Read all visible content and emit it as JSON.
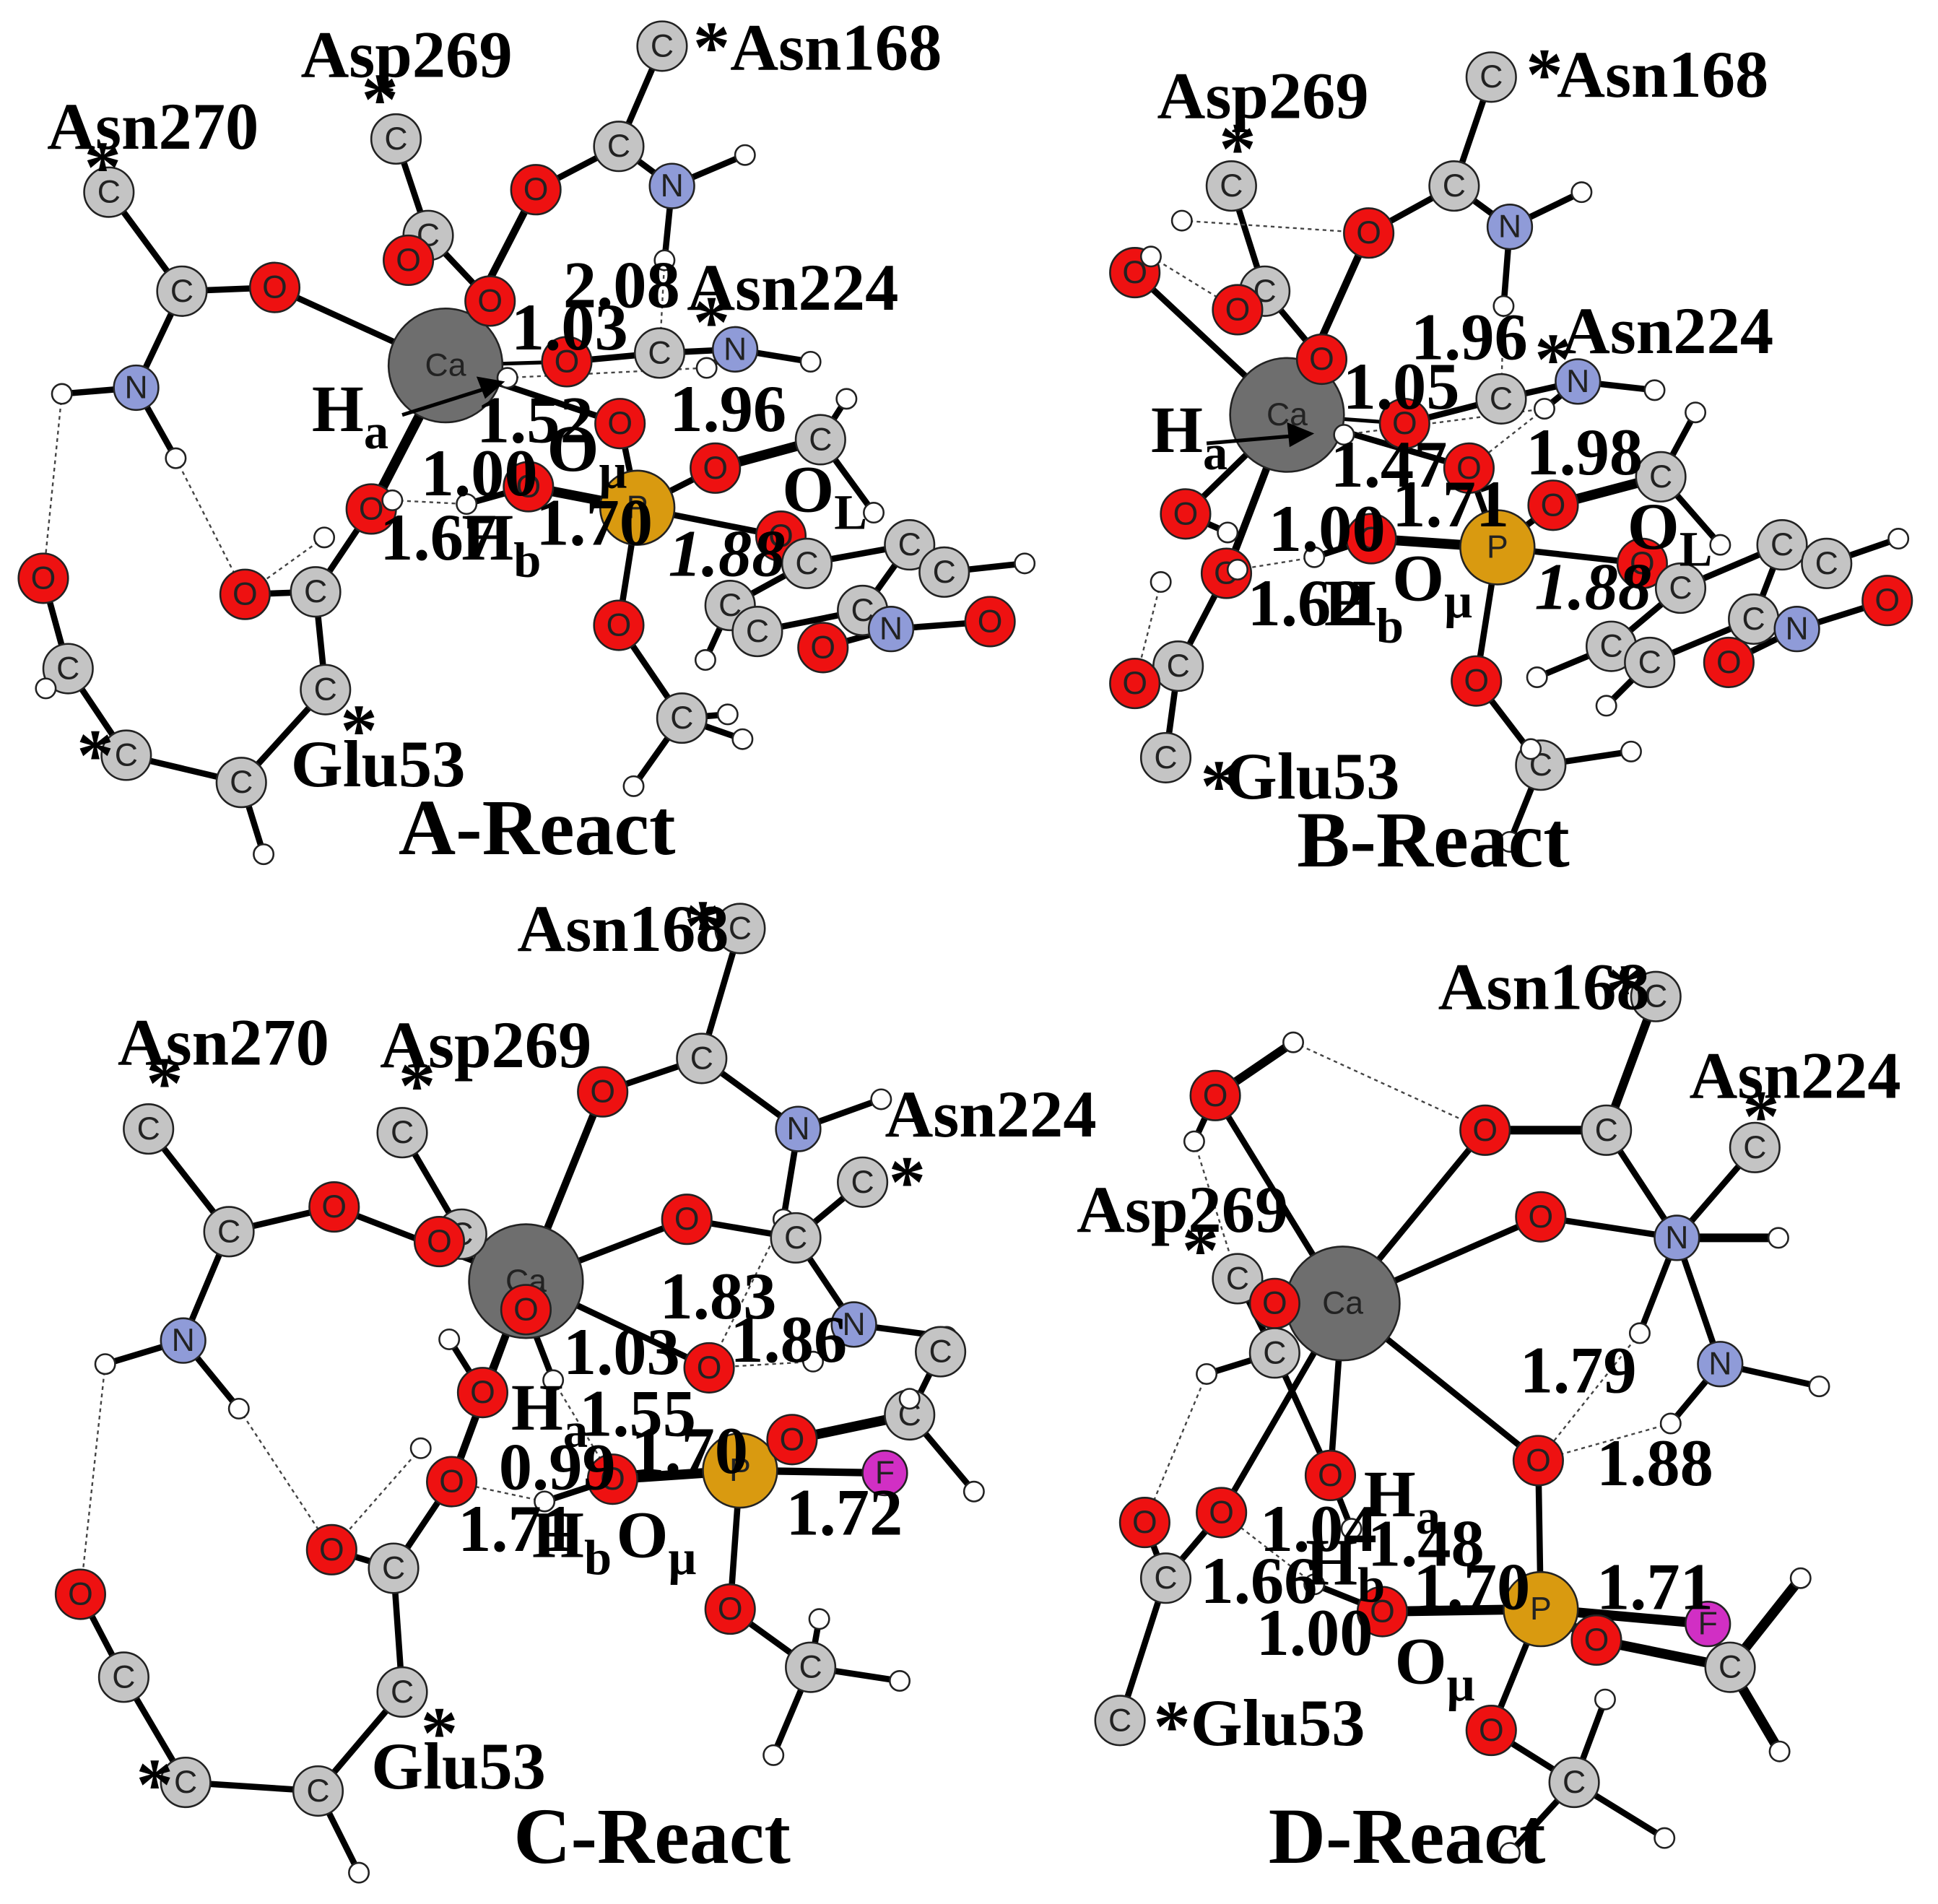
{
  "colors": {
    "C": "#c4c4c4",
    "O": "#ee1111",
    "N": "#8f9bd8",
    "H": "#ffffff",
    "P": "#d99a10",
    "F": "#d12fc4",
    "Ca": "#6e6e6e"
  },
  "atom_letters": {
    "C": "C",
    "O": "O",
    "N": "N",
    "P": "P",
    "F": "F",
    "Ca": "Ca"
  },
  "star_symbol": "*",
  "panels": [
    {
      "id": "A",
      "title": "A-React",
      "labels": {
        "asn270": "Asn270",
        "asp269": "Asp269",
        "asn168": "Asn168",
        "asn224": "Asn224",
        "glu53": "Glu53",
        "ha": "H",
        "ha_sub": "a",
        "hb": "H",
        "hb_sub": "b",
        "omu": "O",
        "omu_sub": "μ",
        "ol": "O",
        "ol_sub": "L",
        "d1": "2.08",
        "d2": "1.03",
        "d3": "1.52",
        "d4": "1.96",
        "d5": "1.00",
        "d6": "1.67",
        "d7": "1.70",
        "d8": "1.88"
      }
    },
    {
      "id": "B",
      "title": "B-React",
      "labels": {
        "asp269": "Asp269",
        "asn168": "Asn168",
        "asn224": "Asn224",
        "glu53": "Glu53",
        "ha": "H",
        "ha_sub": "a",
        "hb": "H",
        "hb_sub": "b",
        "omu": "O",
        "omu_sub": "μ",
        "ol": "O",
        "ol_sub": "L",
        "d1": "1.96",
        "d2": "1.05",
        "d3": "1.47",
        "d4": "1.98",
        "d5": "1.71",
        "d6": "1.00",
        "d7": "1.62",
        "d8": "1.88"
      }
    },
    {
      "id": "C",
      "title": "C-React",
      "labels": {
        "asn270": "Asn270",
        "asp269": "Asp269",
        "asn168": "Asn168",
        "asn224": "Asn224",
        "glu53": "Glu53",
        "ha": "H",
        "ha_sub": "a",
        "hb": "H",
        "hb_sub": "b",
        "omu": "O",
        "omu_sub": "μ",
        "d1": "1.83",
        "d2": "1.86",
        "d3": "1.03",
        "d4": "1.55",
        "d5": "0.99",
        "d6": "1.70",
        "d7": "1.71",
        "d8": "1.72"
      }
    },
    {
      "id": "D",
      "title": "D-React",
      "labels": {
        "asn168": "Asn168",
        "asn224": "Asn224",
        "asp269": "Asp269",
        "glu53": "Glu53",
        "ha": "H",
        "ha_sub": "a",
        "hb": "H",
        "hb_sub": "b",
        "omu": "O",
        "omu_sub": "μ",
        "d1": "1.79",
        "d2": "1.88",
        "d3": "1.04",
        "d4": "1.48",
        "d5": "1.66",
        "d6": "1.70",
        "d7": "1.71",
        "d8": "1.00"
      }
    }
  ]
}
